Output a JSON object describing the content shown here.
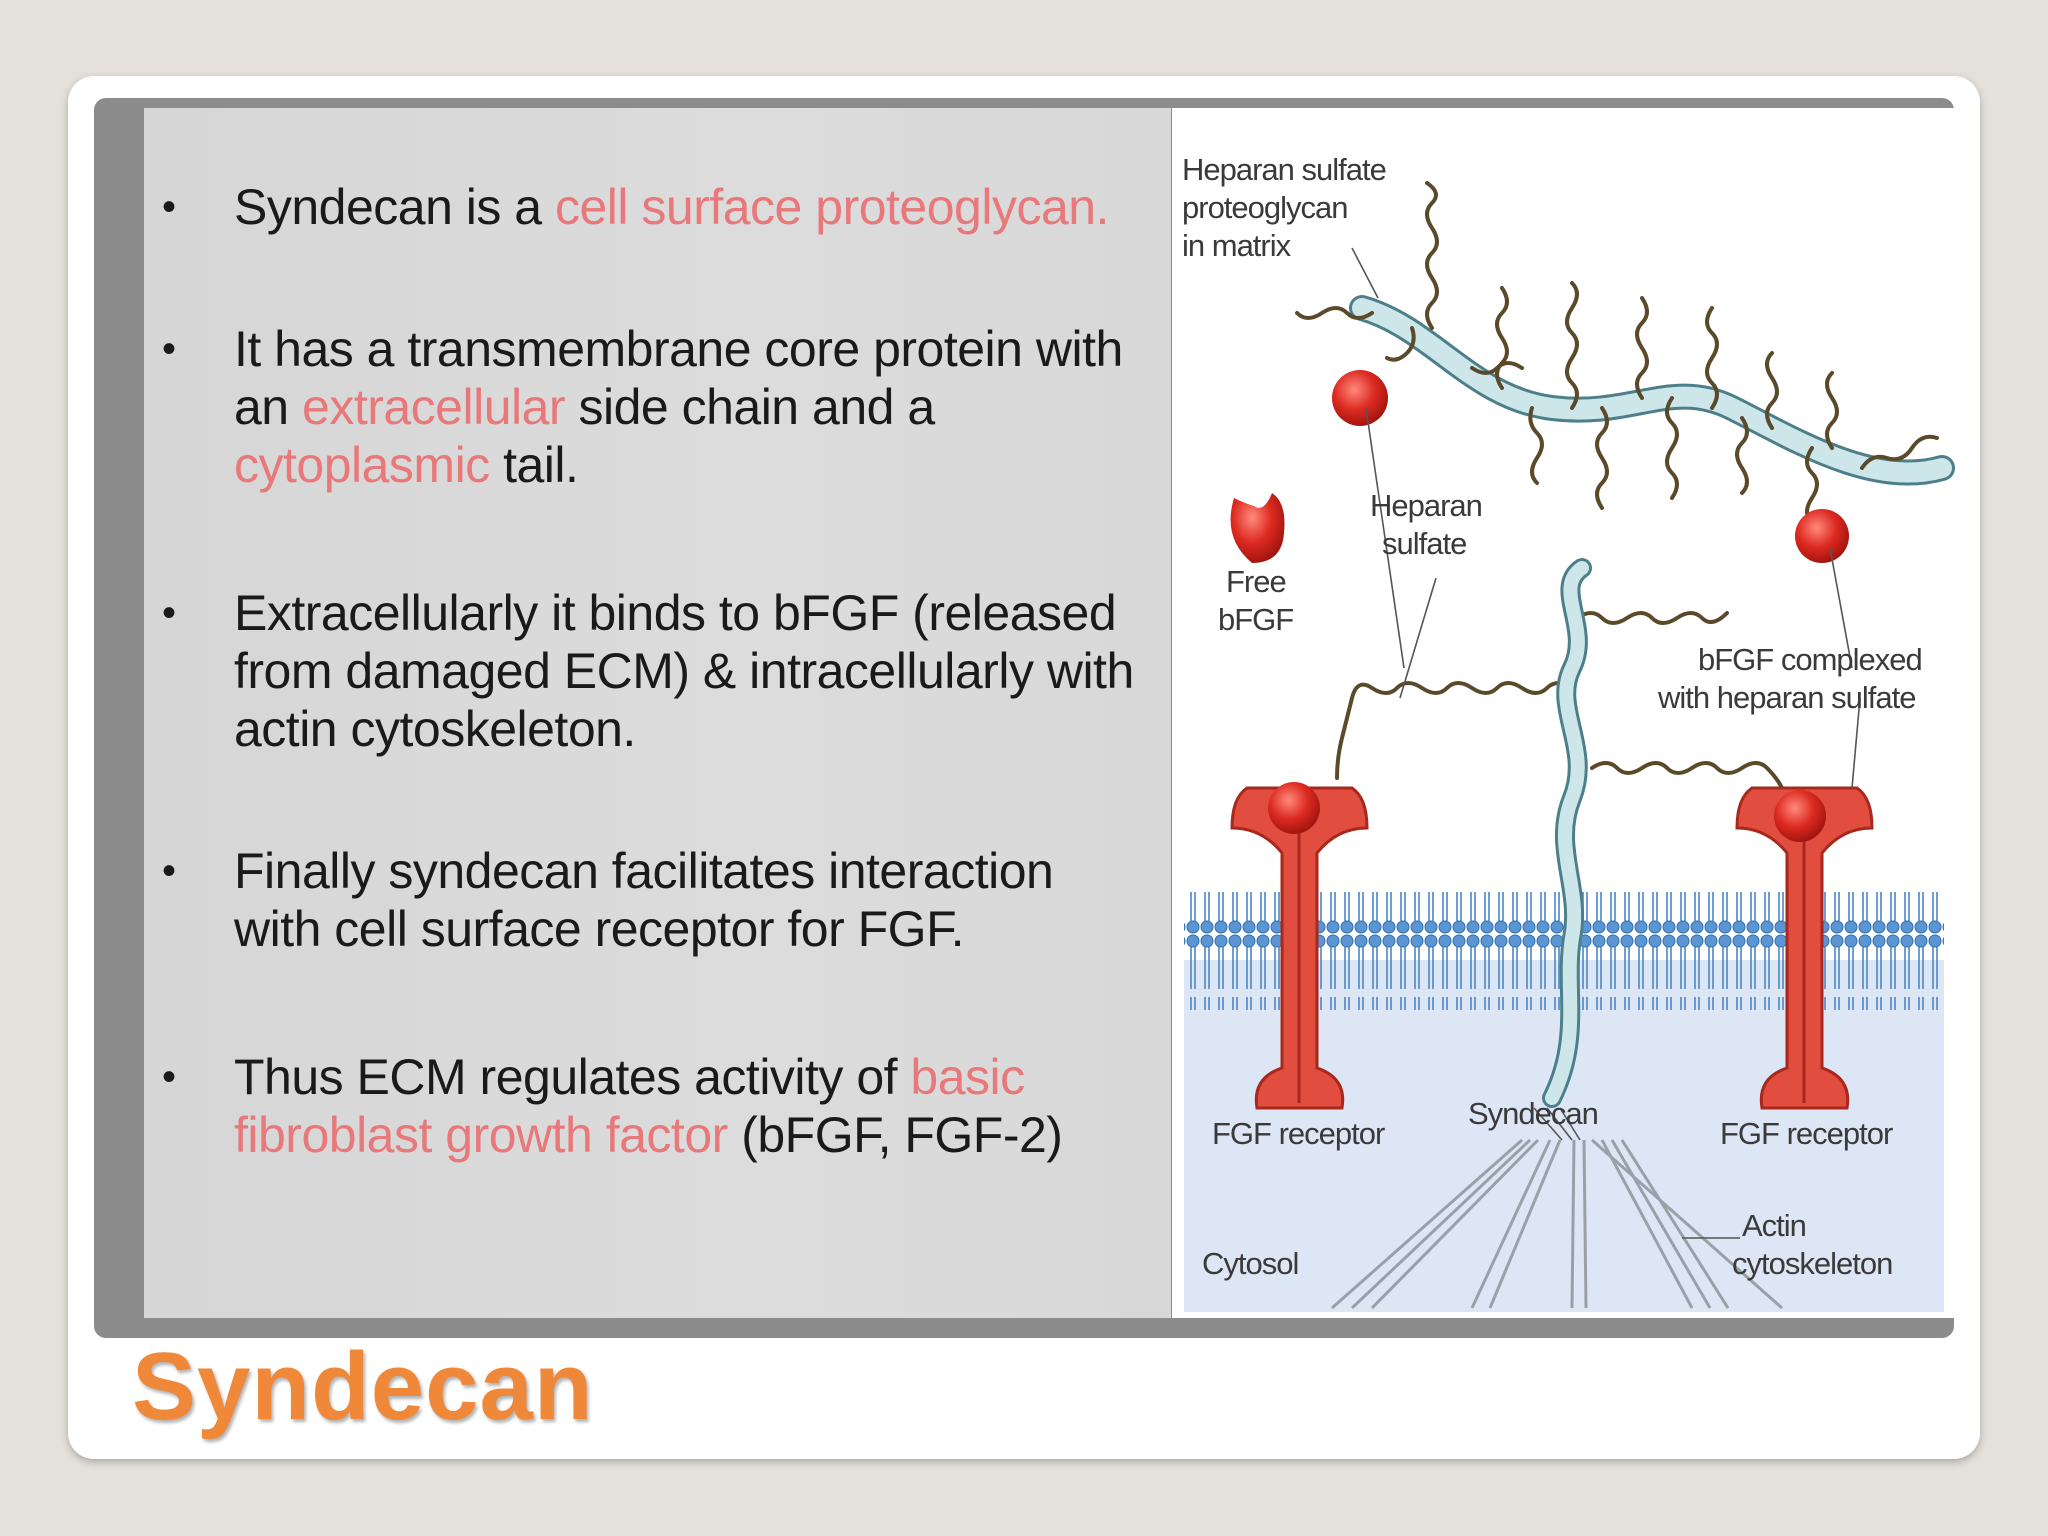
{
  "slide_title": "Syndecan",
  "colors": {
    "highlight": "#e8787a",
    "title": "#f0883a",
    "text_panel": "#d9d9d9",
    "receptor": "#e14d3f",
    "membrane": "#6ea5d9",
    "proteoglycan": "#cde6ea",
    "bfgf": "#d8281f"
  },
  "bullets": [
    {
      "parts": [
        {
          "text": "Syndecan is a ",
          "highlight": false
        },
        {
          "text": "cell surface proteoglycan.",
          "highlight": true
        }
      ]
    },
    {
      "parts": [
        {
          "text": "It has a transmembrane core protein with an ",
          "highlight": false
        },
        {
          "text": "extracellular",
          "highlight": true
        },
        {
          "text": " side chain and a ",
          "highlight": false
        },
        {
          "text": "cytoplasmic",
          "highlight": true
        },
        {
          "text": " tail.",
          "highlight": false
        }
      ]
    },
    {
      "parts": [
        {
          "text": "Extracellularly it binds to bFGF (released from damaged ECM)  & intracellularly with actin cytoskeleton.",
          "highlight": false
        }
      ]
    },
    {
      "parts": [
        {
          "text": "Finally syndecan facilitates interaction with cell surface receptor for FGF.",
          "highlight": false
        }
      ]
    },
    {
      "parts": [
        {
          "text": "Thus ECM regulates activity of ",
          "highlight": false
        },
        {
          "text": "basic fibroblast growth factor",
          "highlight": true
        },
        {
          "text": " (bFGF, FGF-2)",
          "highlight": false
        }
      ]
    }
  ],
  "bullet_symbol": "•",
  "figure": {
    "labels": {
      "hspg_line1": "Heparan sulfate",
      "hspg_line2": "proteoglycan",
      "hspg_line3": "in matrix",
      "heparan_line1": "Heparan",
      "heparan_line2": "sulfate",
      "free_line1": "Free",
      "free_line2": "bFGF",
      "complex_line1": "bFGF complexed",
      "complex_line2": "with heparan sulfate",
      "fgf_receptor_left": "FGF receptor",
      "syndecan": "Syndecan",
      "fgf_receptor_right": "FGF receptor",
      "actin_line1": "Actin",
      "actin_line2": "cytoskeleton",
      "cytosol": "Cytosol"
    }
  }
}
